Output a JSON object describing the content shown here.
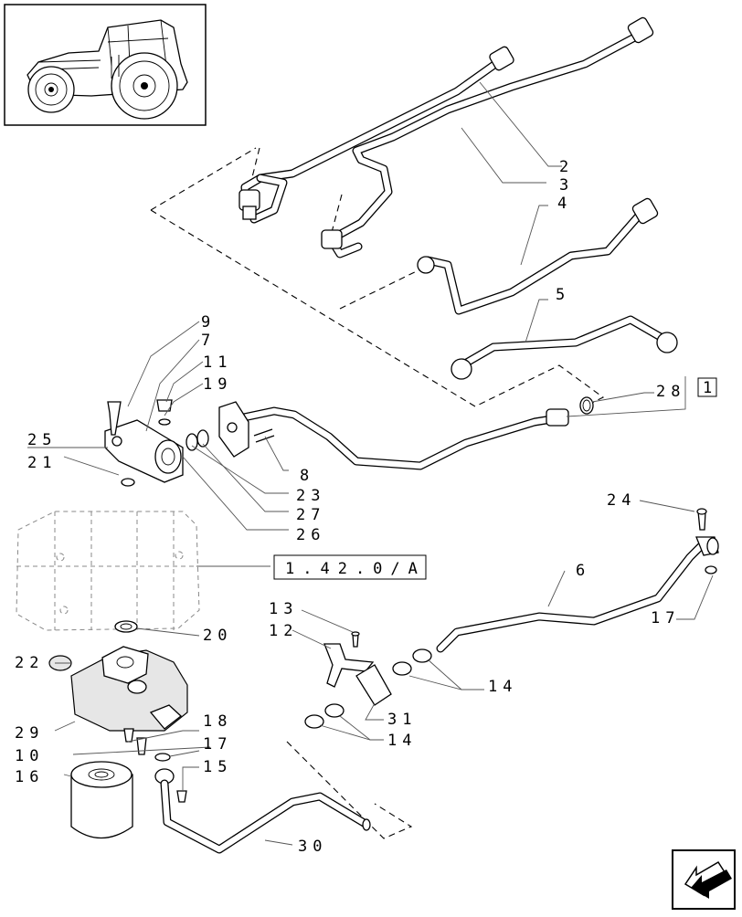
{
  "diagram": {
    "callouts": {
      "c2": "2",
      "c3": "3",
      "c4": "4",
      "c5": "5",
      "c9": "9",
      "c7": "7",
      "c11": "11",
      "c19": "19",
      "c28": "28",
      "c28_box": "1",
      "c25": "25",
      "c21": "21",
      "c8": "8",
      "c23": "23",
      "c27": "27",
      "c26": "26",
      "ref": "1.42.0/A",
      "c24": "24",
      "c6": "6",
      "c17a": "17",
      "c13": "13",
      "c12": "12",
      "c20": "20",
      "c22": "22",
      "c14a": "14",
      "c31": "31",
      "c14b": "14",
      "c29": "29",
      "c18": "18",
      "c10": "10",
      "c17b": "17",
      "c16": "16",
      "c15": "15",
      "c30": "30"
    }
  }
}
